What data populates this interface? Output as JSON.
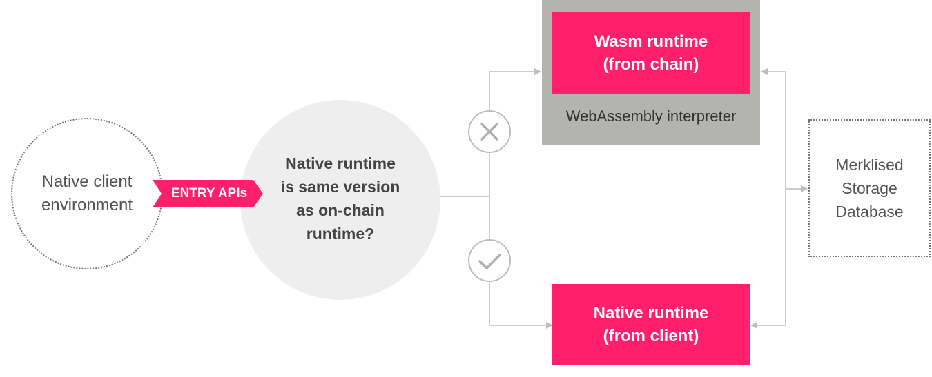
{
  "client": {
    "line1": "Native client",
    "line2": "environment"
  },
  "entry_tag": {
    "label": "ENTRY APIs"
  },
  "question": {
    "line1": "Native runtime",
    "line2": "is same version",
    "line3": "as on-chain",
    "line4": "runtime?"
  },
  "wasm": {
    "title_line1": "Wasm runtime",
    "title_line2": "(from chain)",
    "container_label": "WebAssembly interpreter"
  },
  "native": {
    "title_line1": "Native runtime",
    "title_line2": "(from client)"
  },
  "storage": {
    "line1": "Merklised",
    "line2": "Storage",
    "line3": "Database"
  },
  "colors": {
    "accent": "#ff1f6a",
    "grey_box": "#b3b3b0",
    "question_fill": "#eeeeee",
    "connector": "#bdbdbd"
  },
  "icons": {
    "no_match": "x-icon",
    "match": "check-icon"
  }
}
